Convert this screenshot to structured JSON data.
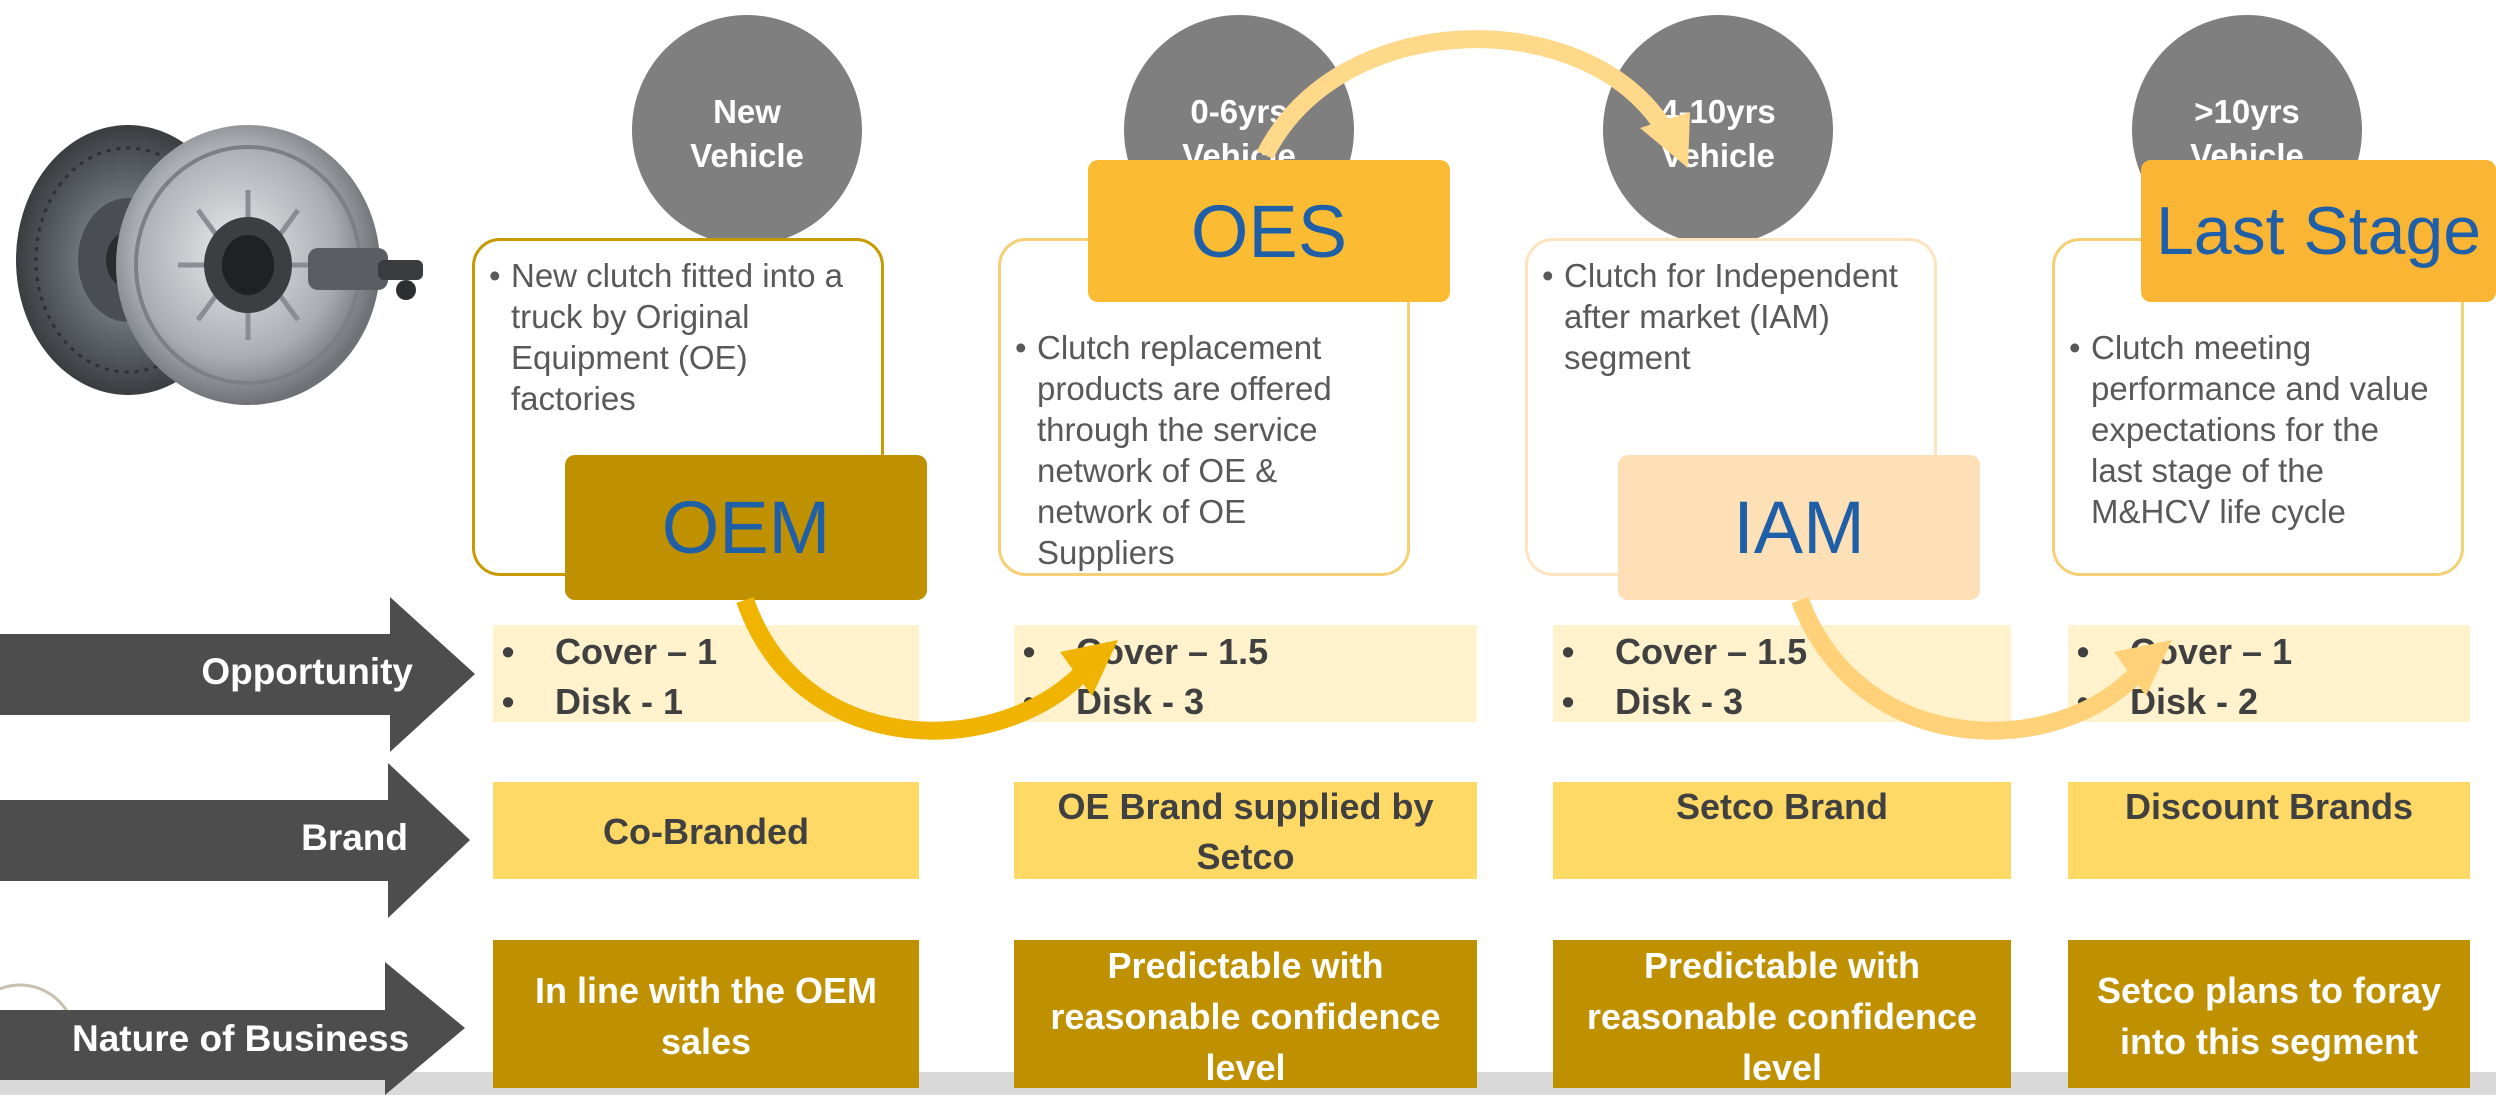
{
  "stages": [
    {
      "age_line1": "New",
      "age_line2": "Vehicle",
      "name": "OEM",
      "description": "New clutch fitted into a truck by Original Equipment (OE) factories",
      "opportunity": [
        "Cover – 1",
        "Disk - 1"
      ],
      "brand": "Co-Branded",
      "business": "In line with the OEM sales"
    },
    {
      "age_line1": "0-6yrs",
      "age_line2": "Vehicle",
      "name": "OES",
      "description": "Clutch replacement products are offered through the service network of OE  & network of OE Suppliers",
      "opportunity": [
        "Cover – 1.5",
        "Disk - 3"
      ],
      "brand": "OE Brand supplied by Setco",
      "business": "Predictable with reasonable confidence level"
    },
    {
      "age_line1": "4-10yrs",
      "age_line2": "Vehicle",
      "name": "IAM",
      "description": "Clutch for Independent after market (IAM) segment",
      "opportunity": [
        "Cover – 1.5",
        "Disk - 3"
      ],
      "brand": "Setco Brand",
      "business": "Predictable with reasonable confidence level"
    },
    {
      "age_line1": ">10yrs",
      "age_line2": "Vehicle",
      "name": "Last Stage",
      "description": "Clutch meeting performance and value expectations for the last stage of the M&HCV life cycle",
      "opportunity": [
        "Cover – 1",
        "Disk - 2"
      ],
      "brand": "Discount Brands",
      "business": "Setco plans to foray into this segment"
    }
  ],
  "rows": {
    "opportunity": "Opportunity",
    "brand": "Brand",
    "business": "Nature of Business"
  },
  "colors": {
    "circle_gray": "#7f7f7f",
    "arrow_gray": "#4d4d4d",
    "oem_gold": "#bf9000",
    "oes_amber": "#fbbc33",
    "iam_peach": "#fde0b6",
    "last_orange": "#fbb535",
    "stage_text_blue": "#1f5fa8",
    "pale_yellow": "#fff2cc",
    "yellow": "#ffd966",
    "dark_gold": "#bf9000"
  },
  "icons": [
    "clutch-assembly-image",
    "curved-transition-arrow",
    "row-arrow"
  ]
}
